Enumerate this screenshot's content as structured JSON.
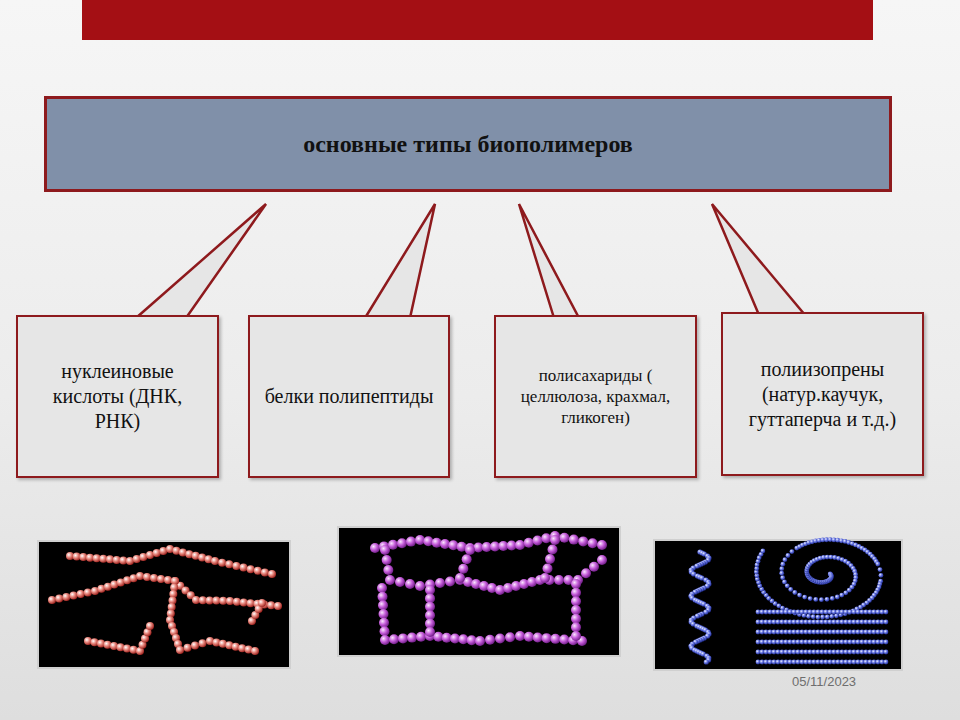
{
  "diagram": {
    "nodes": [
      {
        "text": [
          "основные типы биополимеров"
        ]
      },
      {
        "text": [
          "нуклеиновые кислоты (ДНК, РНК)"
        ]
      },
      {
        "text": [
          "белки полипептиды"
        ]
      },
      {
        "text": [
          "полисахариды ( целлюлоза, крахмал, гликоген)"
        ]
      },
      {
        "text": [
          "полиизопрены (натур.каучук, гуттаперча и т.д.)"
        ]
      }
    ],
    "edges": [
      {
        "from": 1,
        "to": 0,
        "arrow": "none"
      },
      {
        "from": 2,
        "to": 0,
        "arrow": "none"
      },
      {
        "from": 3,
        "to": 0,
        "arrow": "none"
      },
      {
        "from": 4,
        "to": 0,
        "arrow": "none"
      }
    ],
    "labels": [
      "05/11/2023"
    ]
  }
}
